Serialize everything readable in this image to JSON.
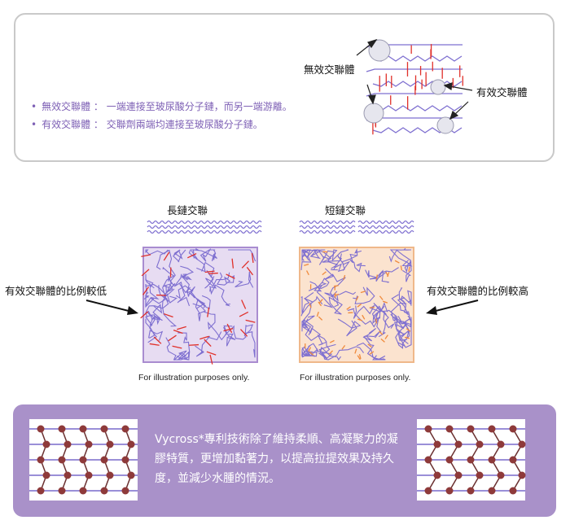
{
  "definitions": {
    "items": [
      {
        "term": "無效交聯體",
        "desc": "一端連接至玻尿酸分子鏈，而另一端游離。"
      },
      {
        "term": "有效交聯體",
        "desc": "交聯劑兩端均連接至玻尿酸分子鏈。"
      }
    ],
    "separator": "："
  },
  "top_diagram": {
    "label_invalid": "無效交聯體",
    "label_valid": "有效交聯體"
  },
  "comparison": {
    "long": {
      "title": "長鏈交聯",
      "side_label": "有效交聯體的比例較低",
      "caption": "For illustration purposes only."
    },
    "short": {
      "title": "短鏈交聯",
      "side_label": "有效交聯體的比例較高",
      "caption": "For illustration purposes only."
    }
  },
  "vycross": {
    "text": "Vycross*專利技術除了維持柔順、高凝聚力的凝膠特質，更增加黏著力，以提高拉提效果及持久度，並減少水腫的情況。"
  },
  "colors": {
    "chain": "#7e6fd0",
    "link_red": "#e0302a",
    "link_orange": "#f08a3c",
    "accent_purple": "#a991c9",
    "bead": "#8e3a3a"
  }
}
